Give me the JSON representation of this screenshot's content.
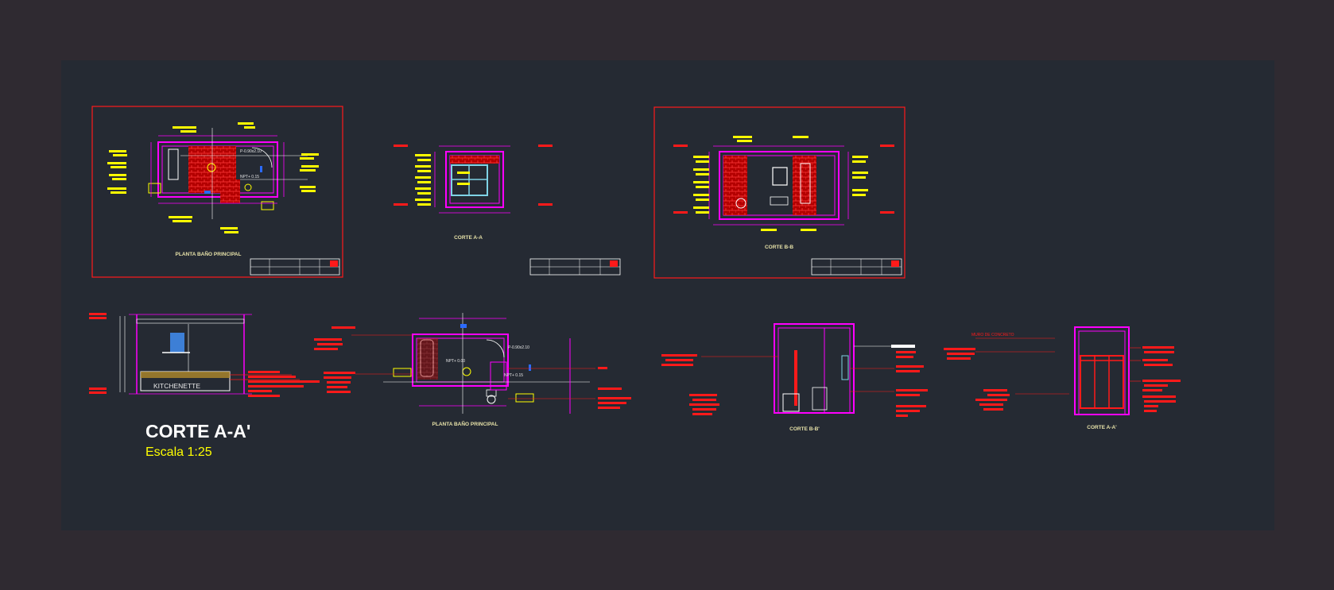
{
  "sheets": [
    {
      "title": "PLANTA BAÑO PRINCIPAL",
      "door_tag": "P-0.90x2.10",
      "level_tag": "NPT+ 0.15"
    },
    {
      "title": "CORTE A-A"
    },
    {
      "title": "CORTE B-B"
    }
  ],
  "details": {
    "section_title": "CORTE A-A'",
    "scale": "Escala 1:25",
    "kitchenette_label": "KITCHENETTE",
    "plan_title": "PLANTA BAÑO PRINCIPAL",
    "plan_door_tag": "P-0.90x2.10",
    "plan_level_tag_1": "NPT+ 0.00",
    "plan_level_tag_2": "NPT+ 0.15",
    "section_b_title": "CORTE B-B'",
    "section_a_title": "CORTE A-A'",
    "wall_label": "MURO DE CONCRETO"
  },
  "colors": {
    "background": "#252a33",
    "frame": "#ff1a1a",
    "wall": "#ff00ff",
    "annotation": "#ffff00",
    "hatch": "#cc0000",
    "window": "#7fd3e6"
  }
}
